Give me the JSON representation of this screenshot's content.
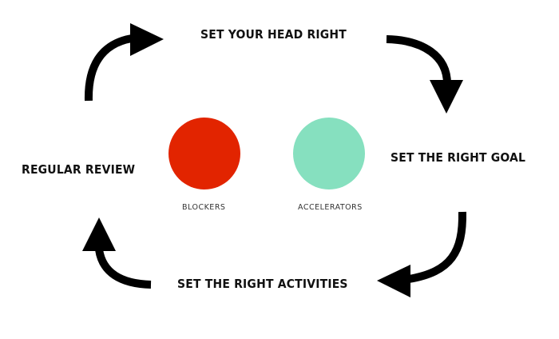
{
  "diagram": {
    "type": "cycle",
    "steps": [
      {
        "label": "SET YOUR HEAD RIGHT"
      },
      {
        "label": "SET THE RIGHT GOAL"
      },
      {
        "label": "SET THE RIGHT ACTIVITIES"
      },
      {
        "label": "REGULAR REVIEW"
      }
    ],
    "factors": [
      {
        "label": "BLOCKERS",
        "color": "#e22400"
      },
      {
        "label": "ACCELERATORS",
        "color": "#86e0bf"
      }
    ],
    "arrow_color": "#000000"
  }
}
